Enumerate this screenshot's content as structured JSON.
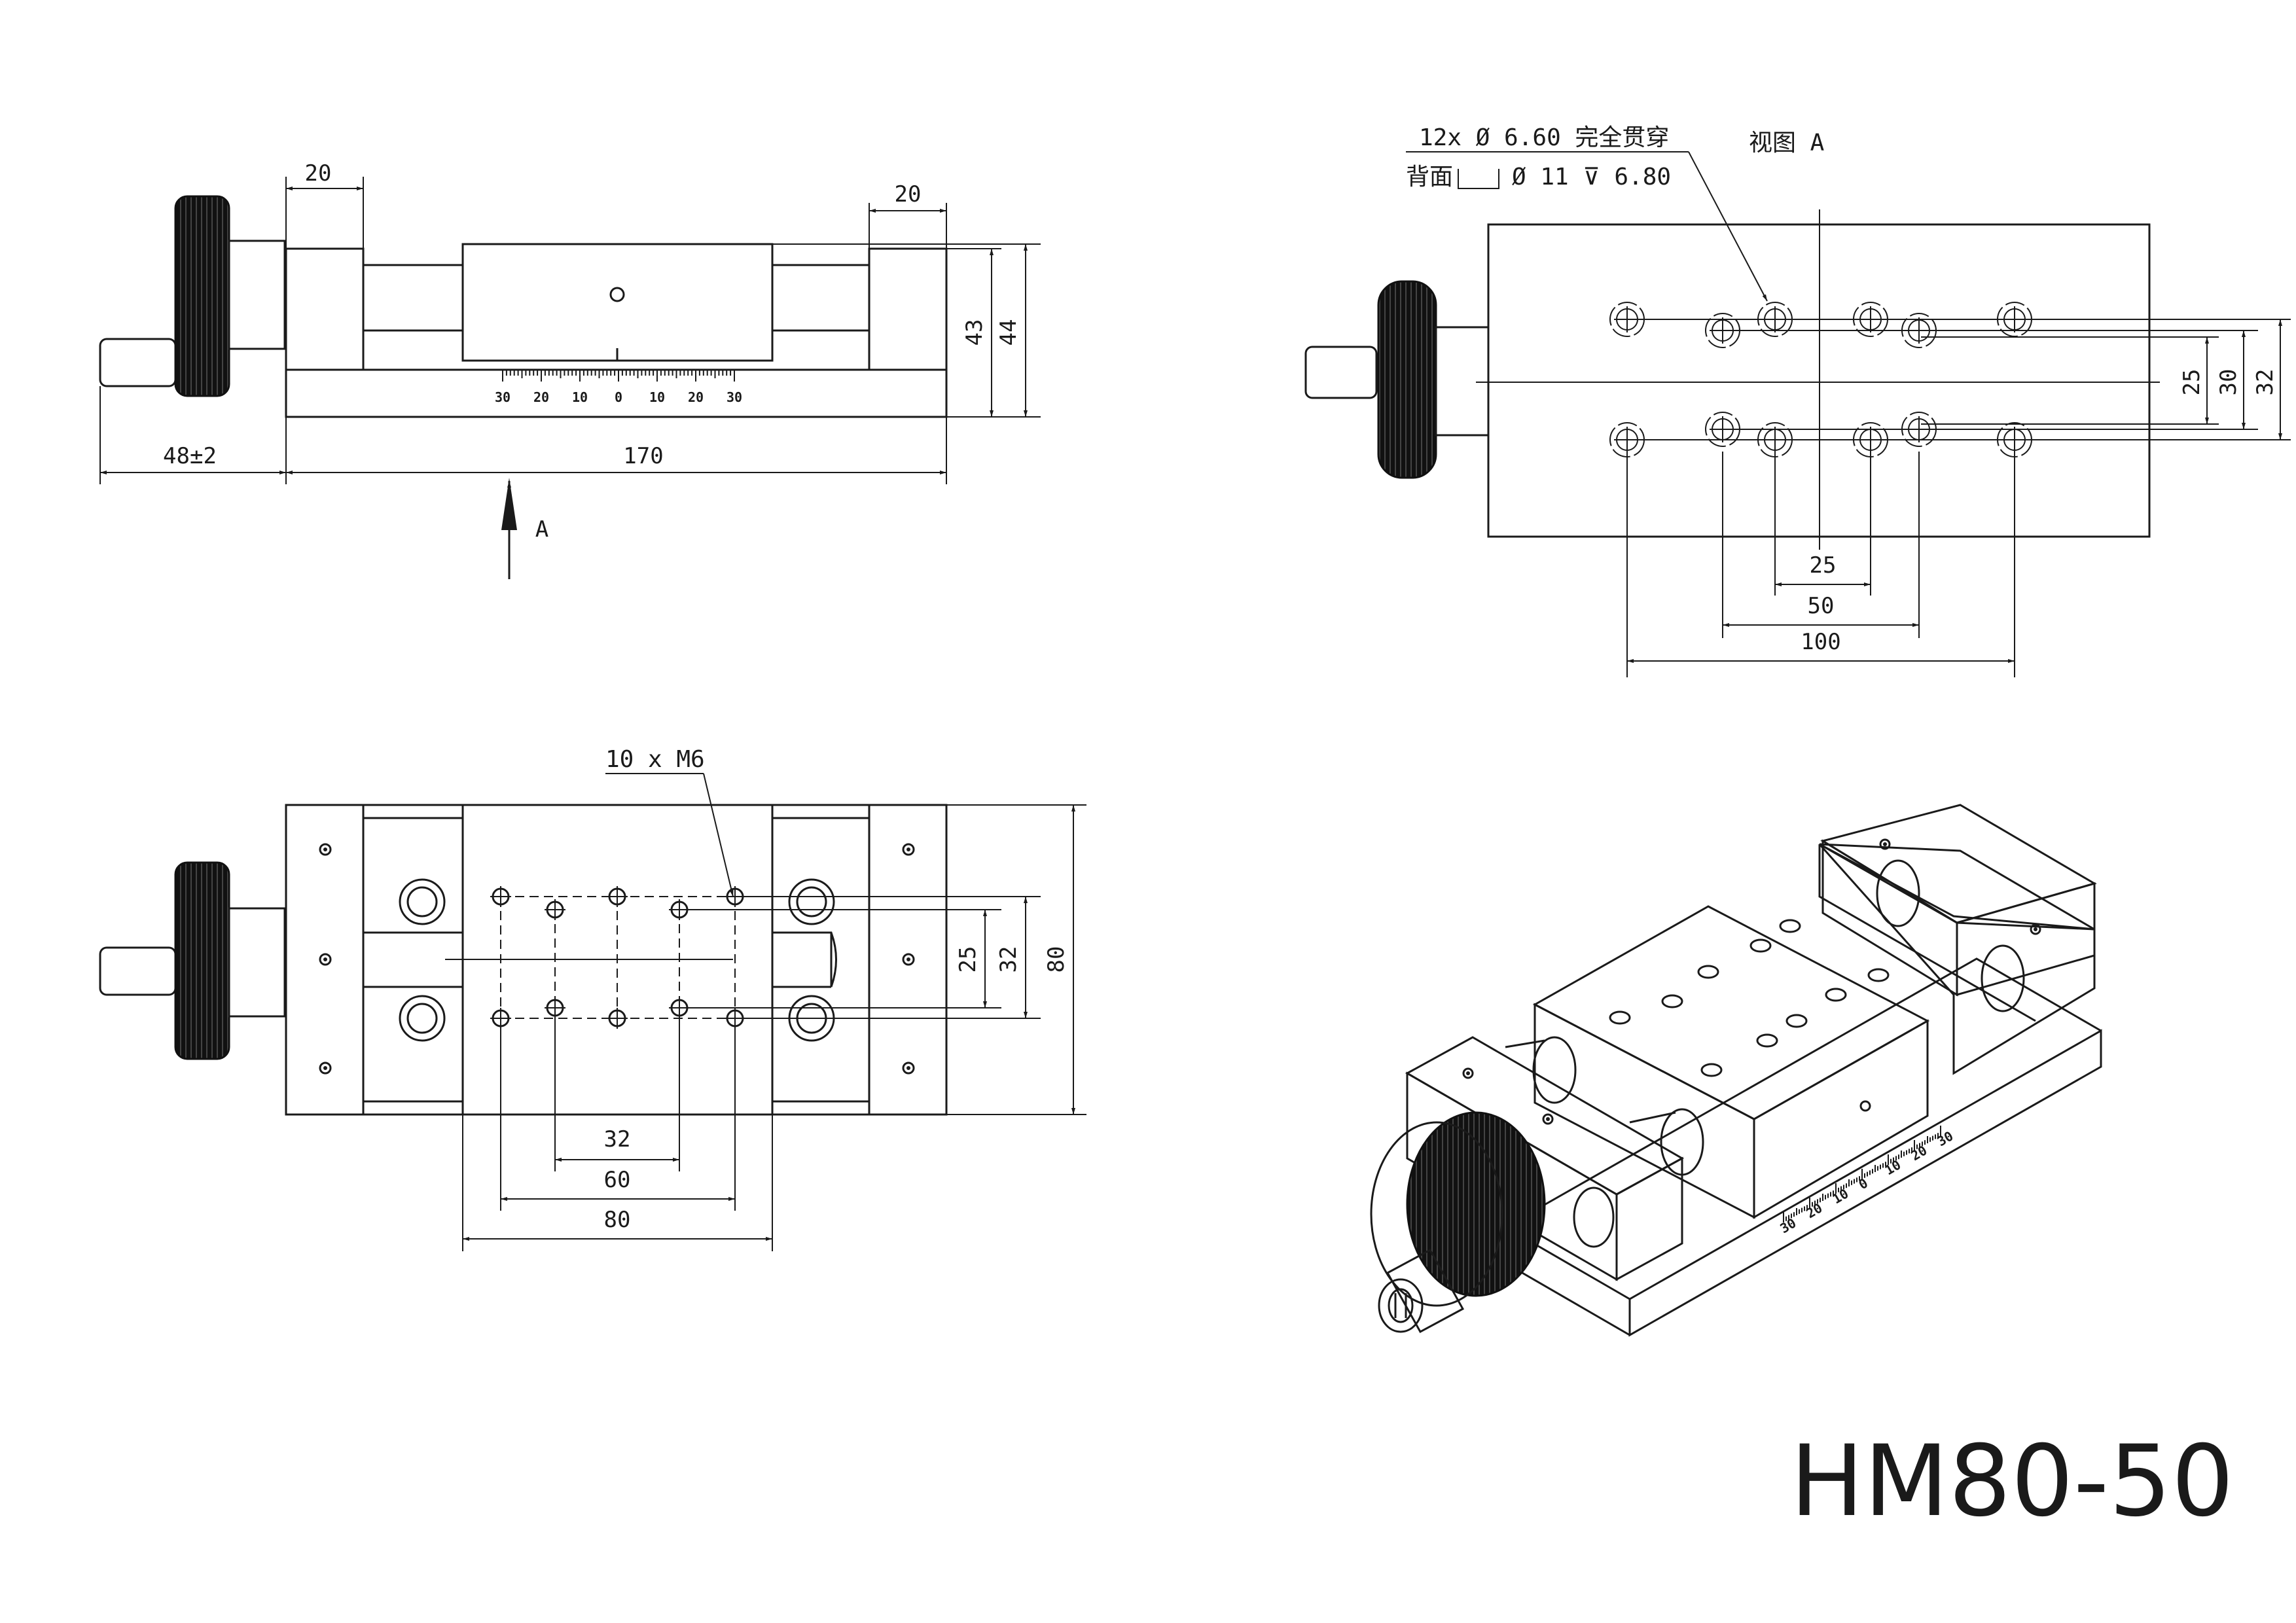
{
  "model": "HM80-50",
  "view_a_label": "视图 A",
  "arrow_label": "A",
  "hole_note_line1": "12x  Ø  6.60 完全贯穿",
  "hole_note_line2_prefix": "背面",
  "hole_note_line2_suffix": "Ø  11  ⊽  6.80",
  "thread_note": "10 x M6",
  "front_view": {
    "dim_left_offset": "20",
    "dim_right_offset": "20",
    "dim_height_43": "43",
    "dim_height_44": "44",
    "dim_knob": "48±2",
    "dim_length": "170",
    "scale_labels": [
      "30",
      "20",
      "10",
      "0",
      "10",
      "20",
      "30"
    ]
  },
  "bottom_view": {
    "dim_25": "25",
    "dim_30": "30",
    "dim_32": "32",
    "dim_h25": "25",
    "dim_h50": "50",
    "dim_h100": "100"
  },
  "top_view": {
    "dim_v25": "25",
    "dim_v32": "32",
    "dim_v80": "80",
    "dim_h32": "32",
    "dim_h60": "60",
    "dim_h80": "80"
  },
  "iso_scale_labels": [
    "30",
    "20",
    "10",
    "0",
    "10",
    "20",
    "30"
  ]
}
